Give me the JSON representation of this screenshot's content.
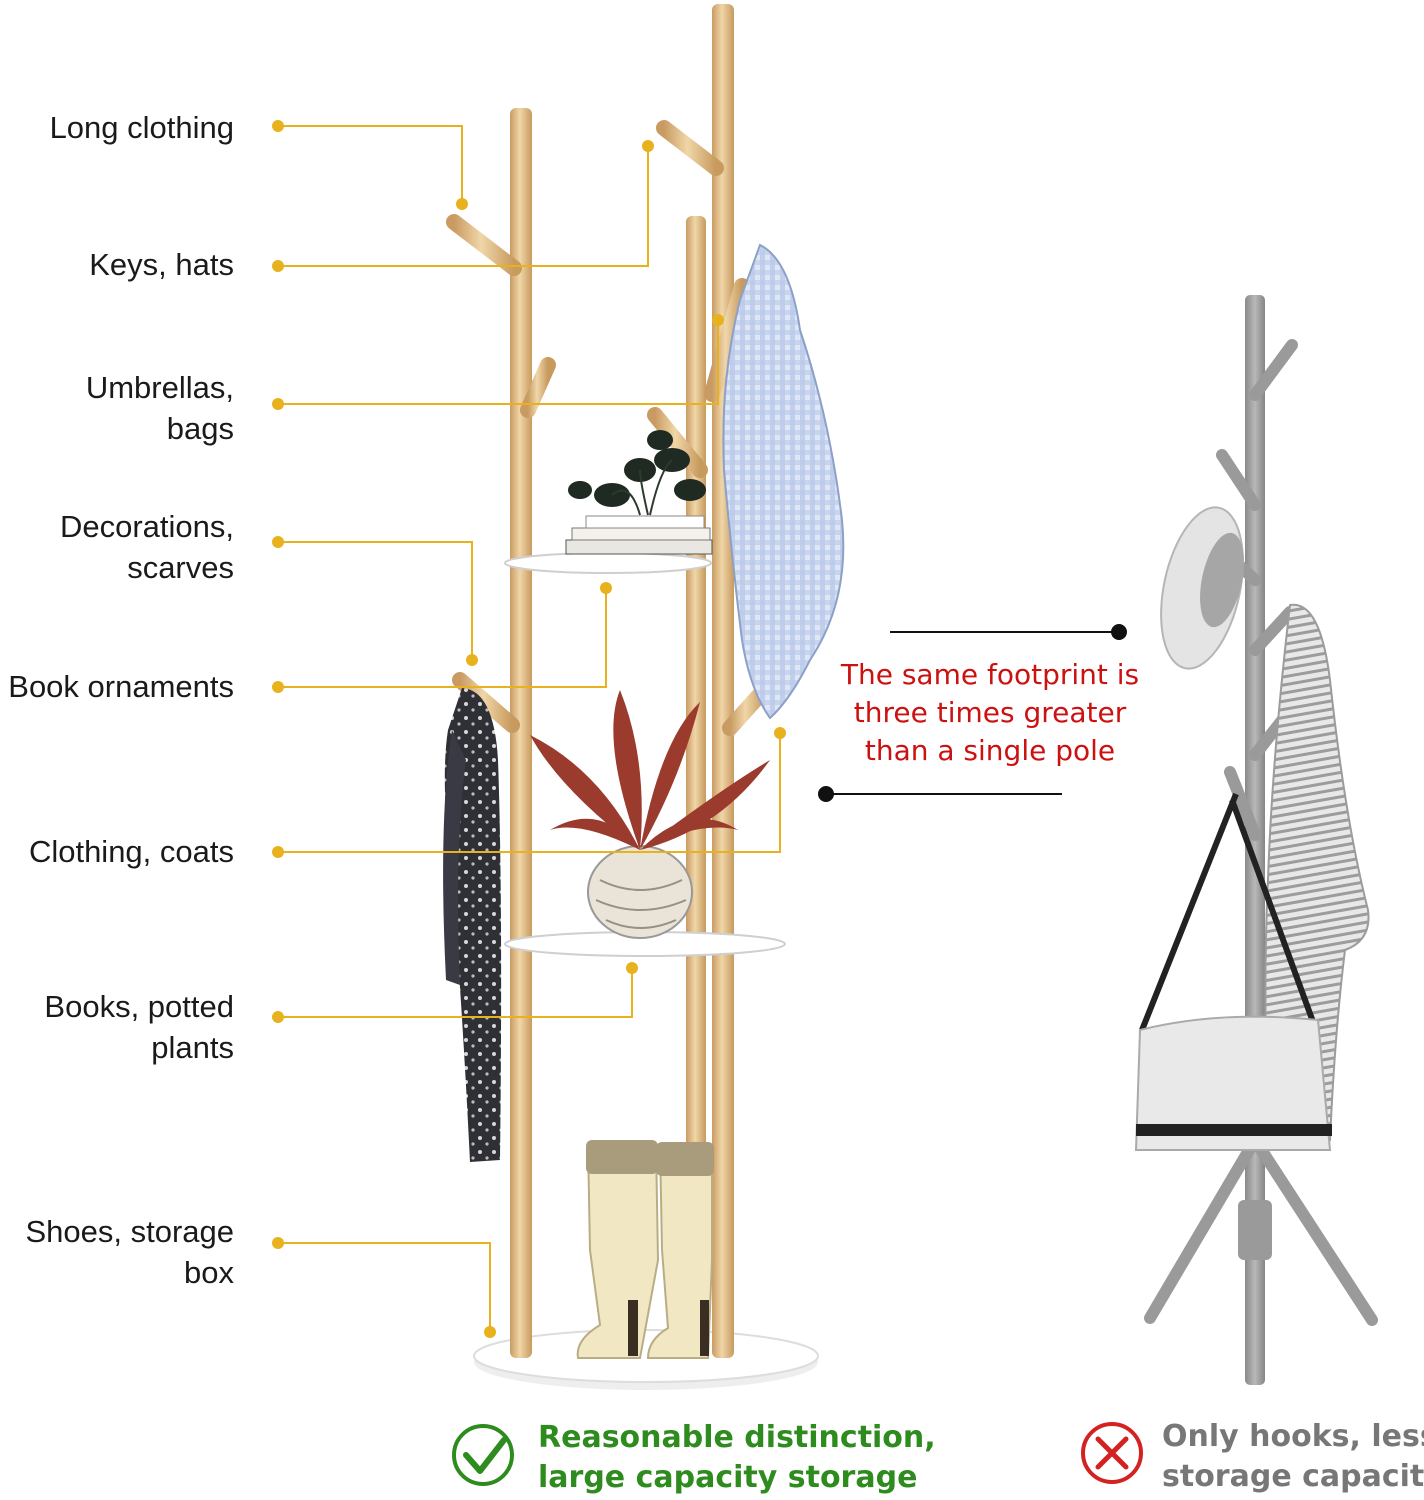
{
  "labels": {
    "long_clothing": "Long clothing",
    "keys_hats": "Keys, hats",
    "umbrellas_bags_1": "Umbrellas,",
    "umbrellas_bags_2": "bags",
    "decorations_1": "Decorations,",
    "decorations_2": "scarves",
    "book_ornaments": "Book ornaments",
    "clothing_coats": "Clothing, coats",
    "books_plants_1": "Books, potted",
    "books_plants_2": "plants",
    "shoes_box_1": "Shoes, storage",
    "shoes_box_2": "box"
  },
  "comparison": {
    "line_1": "The same footprint is",
    "line_2": "three times greater",
    "line_3": "than a single pole"
  },
  "captions": {
    "good_line_1": "Reasonable distinction,",
    "good_line_2": "large capacity storage",
    "bad_line_1": "Only hooks, less",
    "bad_line_2": "storage capacity"
  },
  "icons": {
    "good": "check-circle-icon",
    "bad": "x-circle-icon"
  },
  "colors": {
    "callout": "#e8b21e",
    "wood": "#e3c391",
    "good": "#2e8b1e",
    "bad": "#d42222",
    "compare_text": "#cc1111",
    "pole_gray": "#9a9a9a"
  }
}
